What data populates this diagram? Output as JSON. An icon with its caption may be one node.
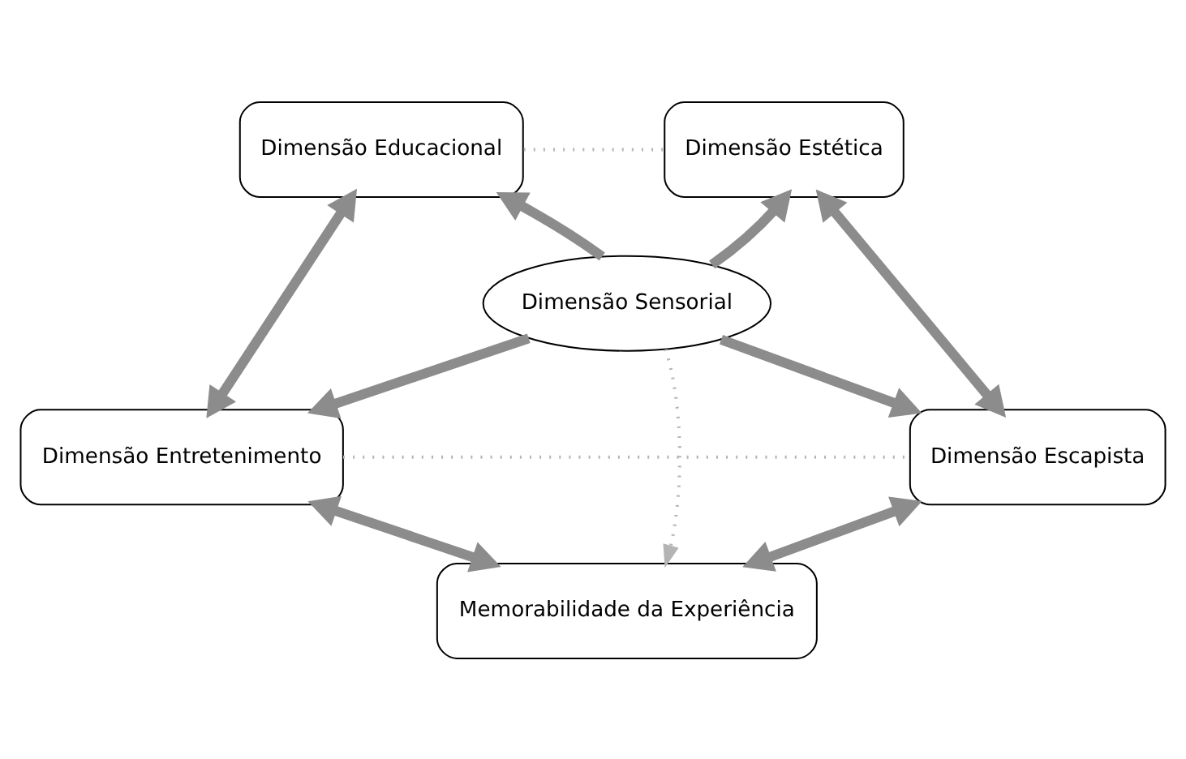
{
  "diagram": {
    "nodes": [
      {
        "text": [
          "Dimensão Educacional"
        ]
      },
      {
        "text": [
          "Dimensão Estética"
        ]
      },
      {
        "text": [
          "Dimensão Sensorial"
        ]
      },
      {
        "text": [
          "Dimensão Entretenimento"
        ]
      },
      {
        "text": [
          "Dimensão Escapista"
        ]
      },
      {
        "text": [
          "Memorabilidade da Experiência"
        ]
      }
    ],
    "edges": [
      {
        "from": 2,
        "to": 0,
        "arrow": "to"
      },
      {
        "from": 2,
        "to": 1,
        "arrow": "to"
      },
      {
        "from": 2,
        "to": 3,
        "arrow": "to"
      },
      {
        "from": 2,
        "to": 4,
        "arrow": "to"
      },
      {
        "from": 0,
        "to": 3,
        "arrow": "both"
      },
      {
        "from": 1,
        "to": 4,
        "arrow": "both"
      },
      {
        "from": 3,
        "to": 5,
        "arrow": "both"
      },
      {
        "from": 4,
        "to": 5,
        "arrow": "both"
      },
      {
        "from": 0,
        "to": 1,
        "arrow": "none",
        "style": "dashed",
        "color": "#b4b4b4"
      },
      {
        "from": 3,
        "to": 4,
        "arrow": "none",
        "style": "dashed",
        "color": "#b4b4b4"
      },
      {
        "from": 2,
        "to": 5,
        "arrow": "to",
        "style": "dashed",
        "color": "#b4b4b4"
      }
    ]
  }
}
